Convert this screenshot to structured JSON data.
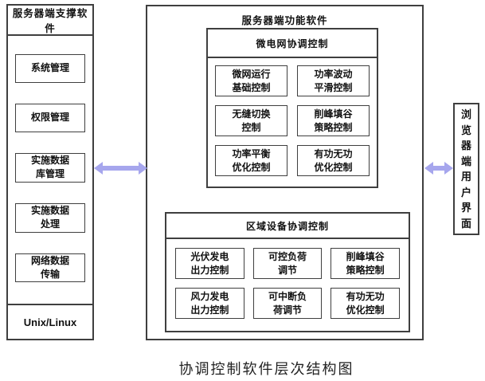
{
  "colors": {
    "arrow": "#a6a6ed",
    "border": "#3f3f3f",
    "background": "#ffffff",
    "text": "#111111"
  },
  "left_panel": {
    "title": "服务器端支撑软件",
    "items": [
      {
        "label": "系统管理"
      },
      {
        "label": "权限管理"
      },
      {
        "label": "实施数据\n库管理"
      },
      {
        "label": "实施数据\n处理"
      },
      {
        "label": "网络数据\n传输"
      }
    ],
    "footer": "Unix/Linux"
  },
  "main_panel": {
    "title": "服务器端功能软件",
    "groups": [
      {
        "title": "微电网协调控制",
        "items": [
          {
            "label": "微网运行\n基础控制"
          },
          {
            "label": "功率波动\n平滑控制"
          },
          {
            "label": "无缝切换\n控制"
          },
          {
            "label": "削峰填谷\n策略控制"
          },
          {
            "label": "功率平衡\n优化控制"
          },
          {
            "label": "有功无功\n优化控制"
          }
        ]
      },
      {
        "title": "区域设备协调控制",
        "items": [
          {
            "label": "光伏发电\n出力控制"
          },
          {
            "label": "可控负荷\n调节"
          },
          {
            "label": "削峰填谷\n策略控制"
          },
          {
            "label": "风力发电\n出力控制"
          },
          {
            "label": "可中断负\n荷调节"
          },
          {
            "label": "有功无功\n优化控制"
          }
        ]
      }
    ]
  },
  "right_panel": {
    "title": "浏览器端用户界面"
  },
  "caption": "协调控制软件层次结构图"
}
